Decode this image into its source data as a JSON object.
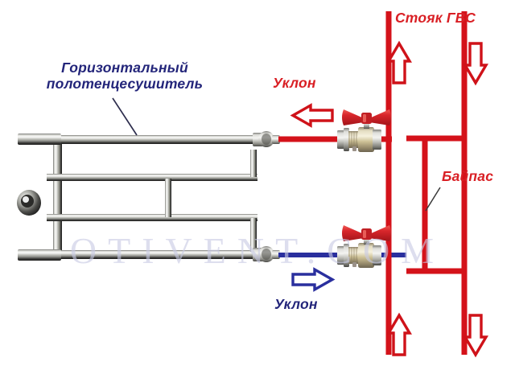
{
  "diagram": {
    "title_text": "Стояк ГВС",
    "labels": {
      "towel_rail": "Горизонтальный\nполотенцесушитель",
      "riser": "Стояк ГВС",
      "slope_top": "Уклон",
      "slope_bottom": "Уклон",
      "bypass": "Байпас"
    },
    "watermark": "OTIVENT.COM",
    "colors": {
      "hot_pipe_red": "#d4121a",
      "cold_pipe_blue": "#2a2f9e",
      "label_blue": "#23257a",
      "label_red": "#d91f24",
      "chrome_light": "#f2f2f0",
      "chrome_mid": "#b9bab4",
      "chrome_dark": "#2e2e2c",
      "valve_handle_red": "#d8262b",
      "brass_body": "#c8b98c",
      "watermark": "#c9cbe4",
      "background": "#ffffff"
    },
    "flow_arrows": [
      {
        "name": "supply-to-rail",
        "direction": "left",
        "color": "#d4121a"
      },
      {
        "name": "return-from-rail",
        "direction": "right",
        "color": "#2a2f9e"
      },
      {
        "name": "riser-top-left-up",
        "direction": "up",
        "color": "#d4121a"
      },
      {
        "name": "riser-top-right-down",
        "direction": "down",
        "color": "#d4121a"
      },
      {
        "name": "riser-bottom-left-up",
        "direction": "up",
        "color": "#d4121a"
      },
      {
        "name": "riser-bottom-right-down",
        "direction": "down",
        "color": "#d4121a"
      }
    ],
    "components": [
      {
        "name": "horizontal-towel-rail",
        "material": "chrome"
      },
      {
        "name": "upper-ball-valve",
        "handle": "red-butterfly"
      },
      {
        "name": "lower-ball-valve",
        "handle": "red-butterfly"
      },
      {
        "name": "bypass-pipe",
        "color": "#d4121a"
      },
      {
        "name": "supply-riser",
        "color": "#d4121a"
      },
      {
        "name": "return-riser",
        "color": "#d4121a"
      },
      {
        "name": "wall-mount-bracket",
        "material": "chrome"
      }
    ]
  }
}
